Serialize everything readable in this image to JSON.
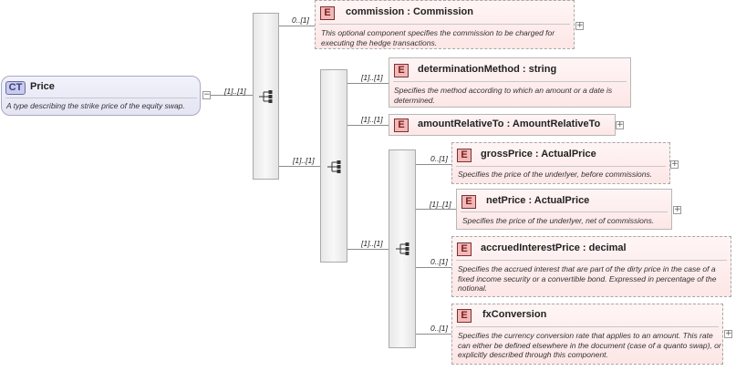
{
  "root": {
    "badge": "CT",
    "name": "Price",
    "description": "A type describing the strike price of the equity swap.",
    "cardinality": "[1]..[1]"
  },
  "sequence_level1": [
    {
      "cardinality": "0..[1]"
    },
    {
      "cardinality": "[1]..[1]"
    }
  ],
  "commission": {
    "badge": "E",
    "title": "commission : Commission",
    "description": "This optional component specifies the commission to be charged for executing the hedge transactions."
  },
  "sequence_level2": [
    {
      "cardinality": "[1]..[1]"
    },
    {
      "cardinality": "[1]..[1]"
    },
    {
      "cardinality": "[1]..[1]"
    }
  ],
  "determinationMethod": {
    "badge": "E",
    "title": "determinationMethod : string",
    "description": "Specifies the method according to which an amount or a date is determined."
  },
  "amountRelativeTo": {
    "badge": "E",
    "title": "amountRelativeTo : AmountRelativeTo"
  },
  "sequence_level3": [
    {
      "cardinality": "0..[1]"
    },
    {
      "cardinality": "[1]..[1]"
    },
    {
      "cardinality": "0..[1]"
    },
    {
      "cardinality": "0..[1]"
    }
  ],
  "grossPrice": {
    "badge": "E",
    "title": "grossPrice : ActualPrice",
    "description": "Specifies the price of the underlyer, before commissions."
  },
  "netPrice": {
    "badge": "E",
    "title": "netPrice  : ActualPrice",
    "description": "Specifies the price of the underlyer, net of commissions."
  },
  "accruedInterestPrice": {
    "badge": "E",
    "title": "accruedInterestPrice : decimal",
    "description": "Specifies the accrued interest that are part of the dirty price in the case of a fixed income security or a convertible bond. Expressed in percentage of the notional."
  },
  "fxConversion": {
    "badge": "E",
    "title": "fxConversion",
    "description": "Specifies the currency conversion rate that applies to an amount. This rate can either be defined elsewhere in the document (case of a quanto swap), or explicitly described through this component."
  },
  "colors": {
    "element_fill": "#fde6e6",
    "element_badge": "#f3b8b8",
    "complex_type_fill": "#e4e4f3",
    "complex_type_badge": "#c9cbee",
    "connector": "#8c8c8c"
  },
  "icons": {
    "expand": "plus-icon",
    "collapse": "minus-icon",
    "sequence": "sequence-icon"
  },
  "expand_glyph": "+",
  "collapse_glyph": "−"
}
